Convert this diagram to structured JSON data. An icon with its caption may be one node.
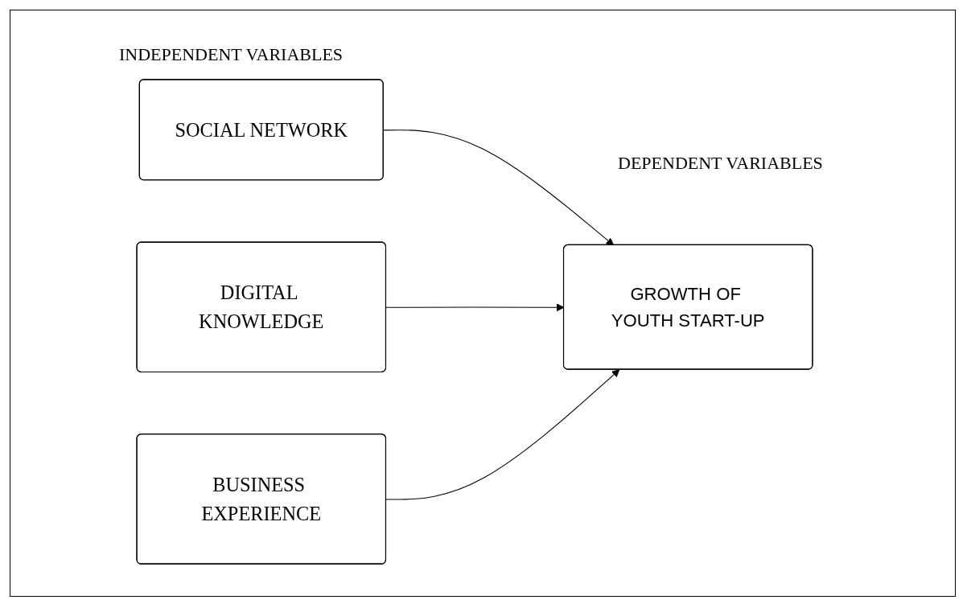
{
  "diagram": {
    "nodes": [
      {
        "text": [
          "SOCIAL NETWORK"
        ]
      },
      {
        "text": [
          "DIGITAL KNOWLEDGE"
        ]
      },
      {
        "text": [
          "BUSINESS EXPERIENCE"
        ]
      },
      {
        "text": [
          "GROWTH OF YOUTH START-UP"
        ]
      }
    ],
    "edges": [
      {
        "from": 0,
        "to": 3,
        "arrow": "to"
      },
      {
        "from": 1,
        "to": 3,
        "arrow": "to"
      },
      {
        "from": 2,
        "to": 3,
        "arrow": "to"
      }
    ],
    "labels": [
      "INDEPENDENT VARIABLES",
      "DEPENDENT VARIABLES"
    ]
  }
}
